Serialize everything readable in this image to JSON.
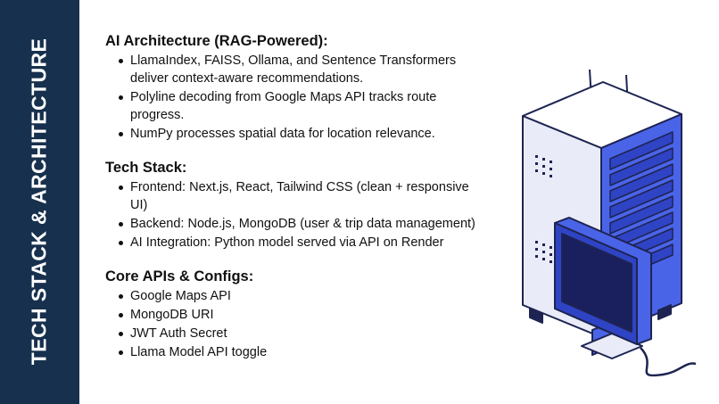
{
  "sidebar": {
    "title": "TECH STACK & ARCHITECTURE"
  },
  "sections": [
    {
      "heading": "AI Architecture (RAG-Powered):",
      "items": [
        "LlamaIndex, FAISS, Ollama, and Sentence Transformers deliver context-aware recommendations.",
        "Polyline decoding from Google Maps API tracks route progress.",
        "NumPy processes spatial data for location relevance."
      ]
    },
    {
      "heading": "Tech Stack:",
      "items": [
        "Frontend: Next.js, React, Tailwind CSS (clean + responsive UI)",
        "Backend: Node.js, MongoDB (user & trip data management)",
        "AI Integration: Python model served via API on Render"
      ]
    },
    {
      "heading": "Core APIs & Configs:",
      "items": [
        "Google Maps API",
        "MongoDB URI",
        "JWT Auth Secret",
        "Llama Model API toggle"
      ]
    }
  ],
  "colors": {
    "sidebar": "#17304d",
    "accent_blue": "#4a64e8",
    "dark_outline": "#1e2452",
    "light_panel": "#e9ecf8"
  },
  "illustration": {
    "icon": "server-rack-with-monitor-icon"
  }
}
